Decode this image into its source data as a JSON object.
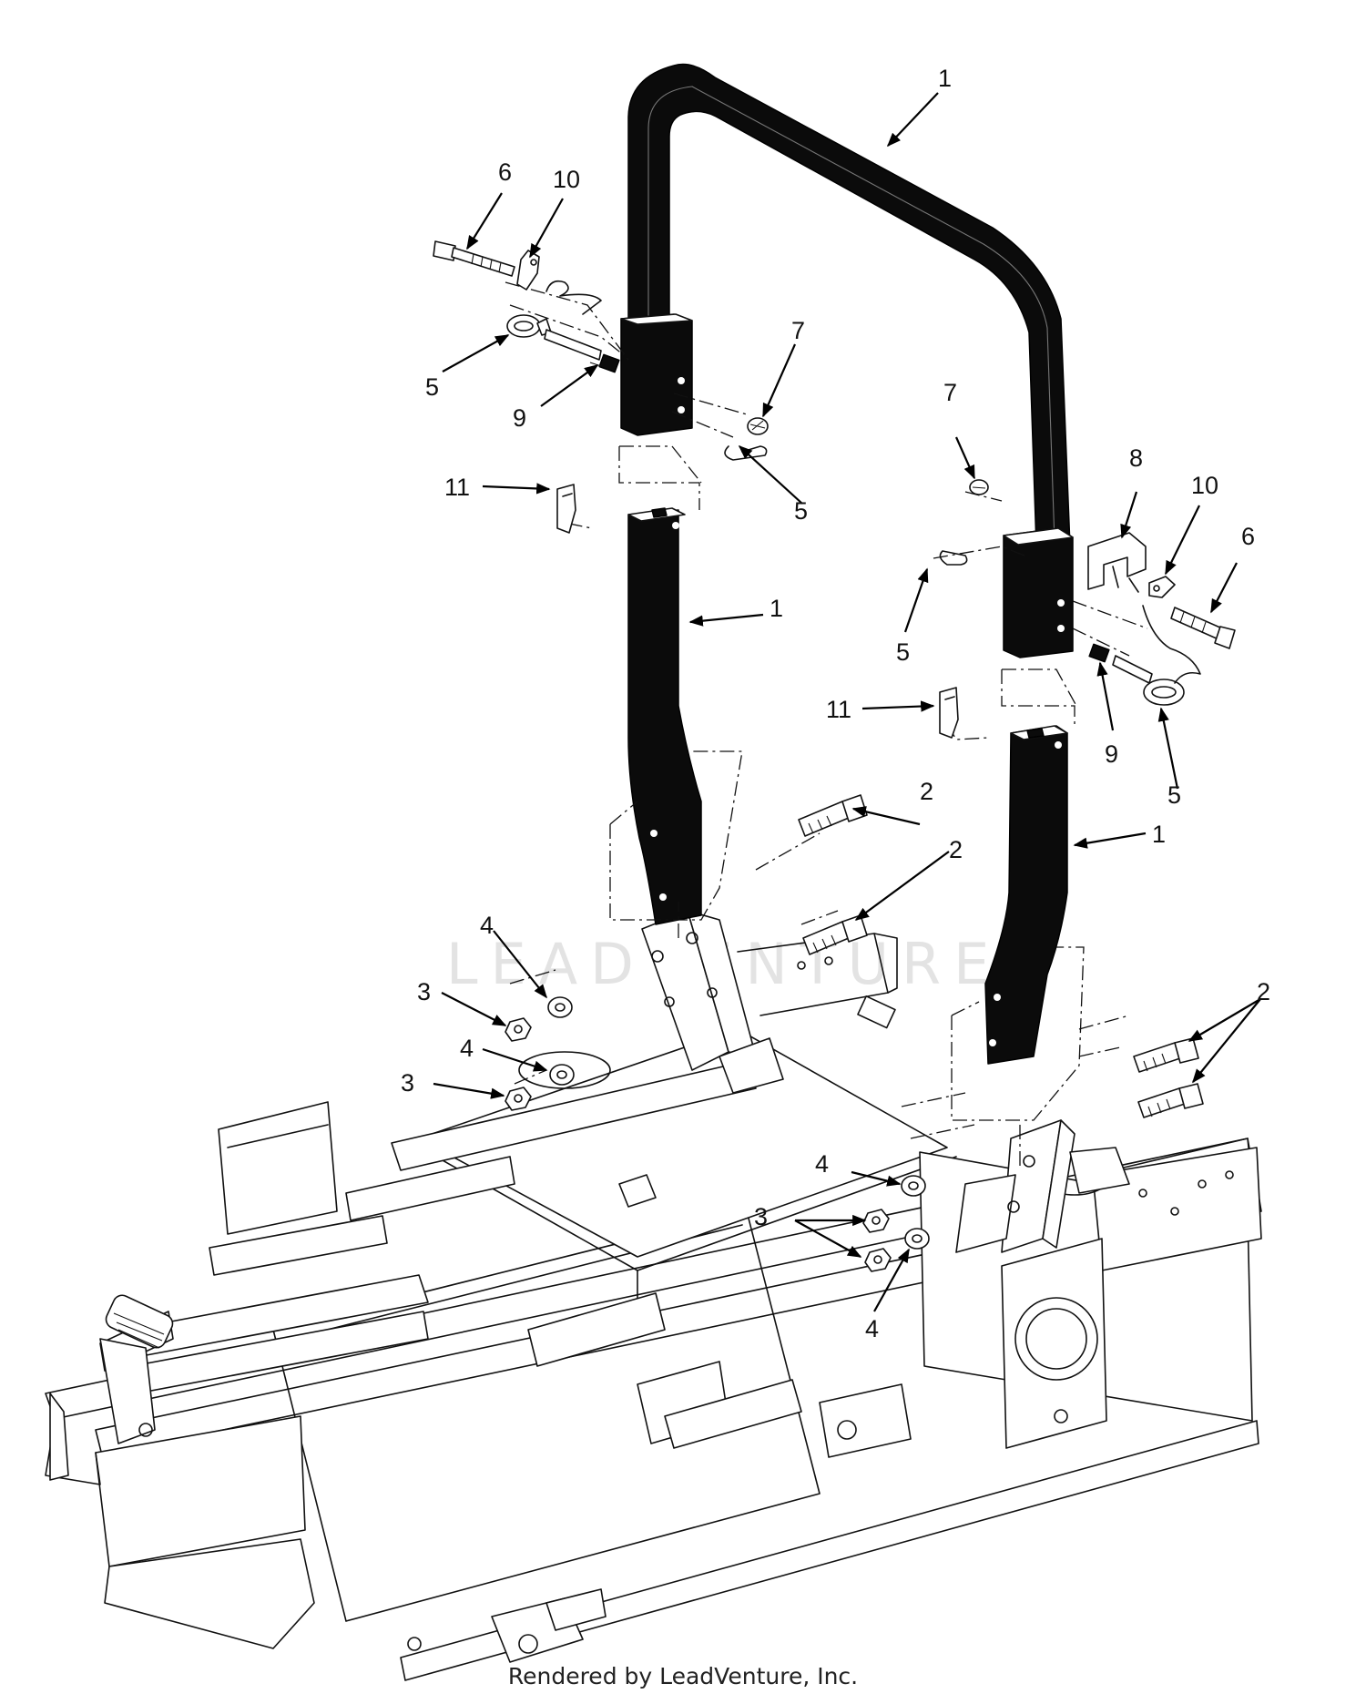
{
  "watermark": "LEADVENTURE",
  "footer": "Rendered by LeadVenture, Inc.",
  "callouts": [
    {
      "id": "c1a",
      "label": "1"
    },
    {
      "id": "c1b",
      "label": "1"
    },
    {
      "id": "c1c",
      "label": "1"
    },
    {
      "id": "c2a",
      "label": "2"
    },
    {
      "id": "c2b",
      "label": "2"
    },
    {
      "id": "c2c",
      "label": "2"
    },
    {
      "id": "c3a",
      "label": "3"
    },
    {
      "id": "c3b",
      "label": "3"
    },
    {
      "id": "c3c",
      "label": "3"
    },
    {
      "id": "c4a",
      "label": "4"
    },
    {
      "id": "c4b",
      "label": "4"
    },
    {
      "id": "c4c",
      "label": "4"
    },
    {
      "id": "c4d",
      "label": "4"
    },
    {
      "id": "c5a",
      "label": "5"
    },
    {
      "id": "c5b",
      "label": "5"
    },
    {
      "id": "c5c",
      "label": "5"
    },
    {
      "id": "c5d",
      "label": "5"
    },
    {
      "id": "c6a",
      "label": "6"
    },
    {
      "id": "c6b",
      "label": "6"
    },
    {
      "id": "c7a",
      "label": "7"
    },
    {
      "id": "c7b",
      "label": "7"
    },
    {
      "id": "c8",
      "label": "8"
    },
    {
      "id": "c9a",
      "label": "9"
    },
    {
      "id": "c9b",
      "label": "9"
    },
    {
      "id": "c10a",
      "label": "10"
    },
    {
      "id": "c10b",
      "label": "10"
    },
    {
      "id": "c11a",
      "label": "11"
    },
    {
      "id": "c11b",
      "label": "11"
    }
  ]
}
